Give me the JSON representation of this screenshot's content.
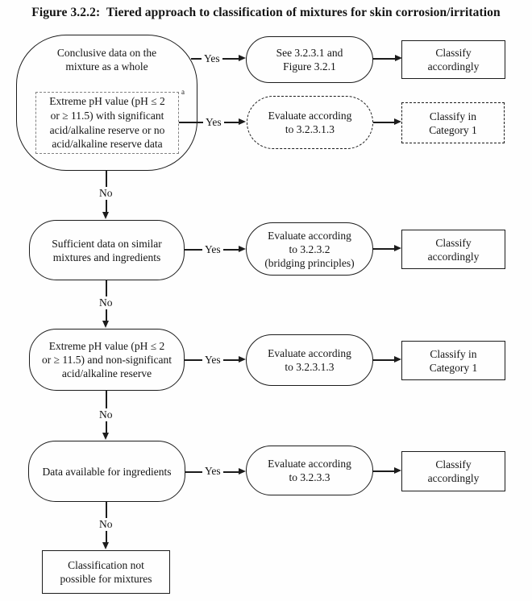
{
  "title": "Figure 3.2.2:  Tiered approach to classification of mixtures for skin corrosion/irritation",
  "connectors": {
    "yes": "Yes",
    "no": "No"
  },
  "footnote_marker": "a",
  "accent_colors": {
    "line": "#1c1c1c",
    "dashed_note_border": "#828282",
    "background": "#fefefe"
  },
  "nodes": {
    "conclusive_data": [
      "Conclusive data on the",
      "mixture as a whole"
    ],
    "extreme_ph_with_reserve": [
      "Extreme pH value (pH ≤ 2",
      "or ≥ 11.5) with significant",
      "acid/alkaline reserve or no",
      "acid/alkaline reserve data"
    ],
    "see_figure": [
      "See 3.2.3.1 and",
      "Figure 3.2.1"
    ],
    "classify_accordingly_1": [
      "Classify",
      "accordingly"
    ],
    "evaluate_to_32313_dashed": [
      "Evaluate according",
      "to 3.2.3.1.3"
    ],
    "classify_in_category1_dashed": [
      "Classify in",
      "Category 1"
    ],
    "sufficient_data_similar": [
      "Sufficient data on similar",
      "mixtures and ingredients"
    ],
    "evaluate_to_3232": [
      "Evaluate according",
      "to 3.2.3.2",
      "(bridging principles)"
    ],
    "classify_accordingly_2": [
      "Classify",
      "accordingly"
    ],
    "extreme_ph_non_significant": [
      "Extreme pH value (pH ≤ 2",
      "or ≥ 11.5) and non-significant",
      "acid/alkaline reserve"
    ],
    "evaluate_to_32313": [
      "Evaluate according",
      "to 3.2.3.1.3"
    ],
    "classify_in_category1": [
      "Classify in",
      "Category 1"
    ],
    "data_available_ingredients": "Data available for ingredients",
    "evaluate_to_3233": [
      "Evaluate according",
      "to 3.2.3.3"
    ],
    "classify_accordingly_3": [
      "Classify",
      "accordingly"
    ],
    "classification_not_possible": [
      "Classification not",
      "possible for mixtures"
    ]
  }
}
